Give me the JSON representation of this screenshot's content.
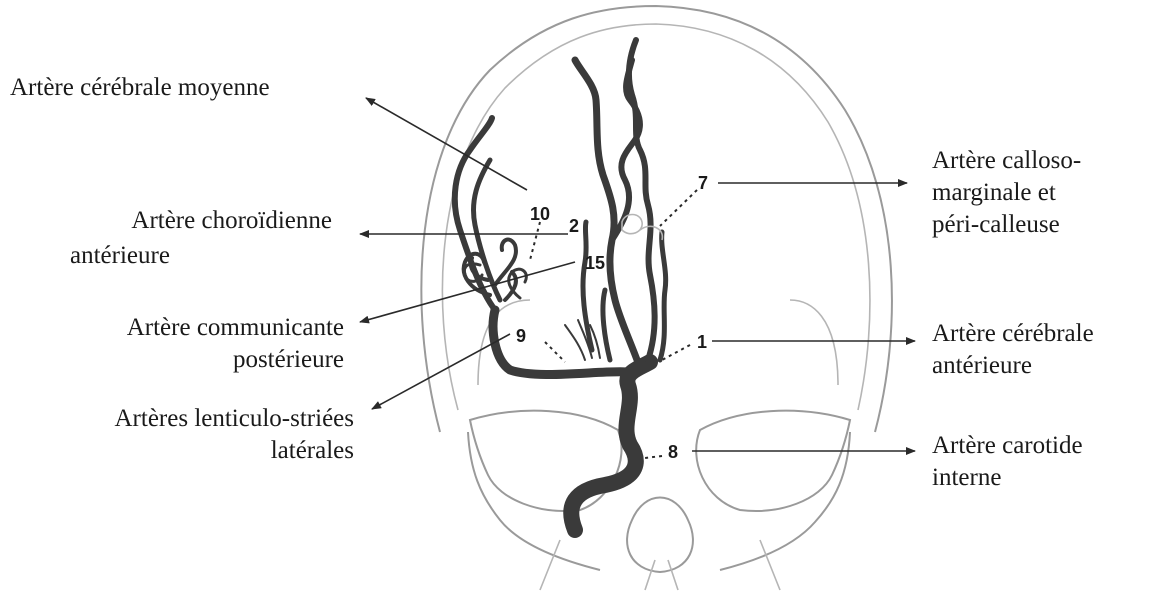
{
  "labels": {
    "cerebrale_moyenne": [
      "Artère cérébrale moyenne"
    ],
    "choroidienne": [
      "Artère choroïdienne",
      "antérieure"
    ],
    "communicante": [
      "Artère communicante",
      "postérieure"
    ],
    "lenticulo": [
      "Artères lenticulo-striées",
      "latérales"
    ],
    "calloso": [
      "Artère calloso-",
      "marginale et",
      "péri-calleuse"
    ],
    "cerebrale_anterieure": [
      "Artère cérébrale",
      "antérieure"
    ],
    "carotide": [
      "Artère carotide",
      "interne"
    ]
  },
  "numbers": {
    "n10": "10",
    "n2": "2",
    "n15": "15",
    "n9": "9",
    "n7": "7",
    "n1": "1",
    "n8": "8"
  },
  "colors": {
    "vessel": "#3a3a3a",
    "skull": "#9a9a9a"
  }
}
